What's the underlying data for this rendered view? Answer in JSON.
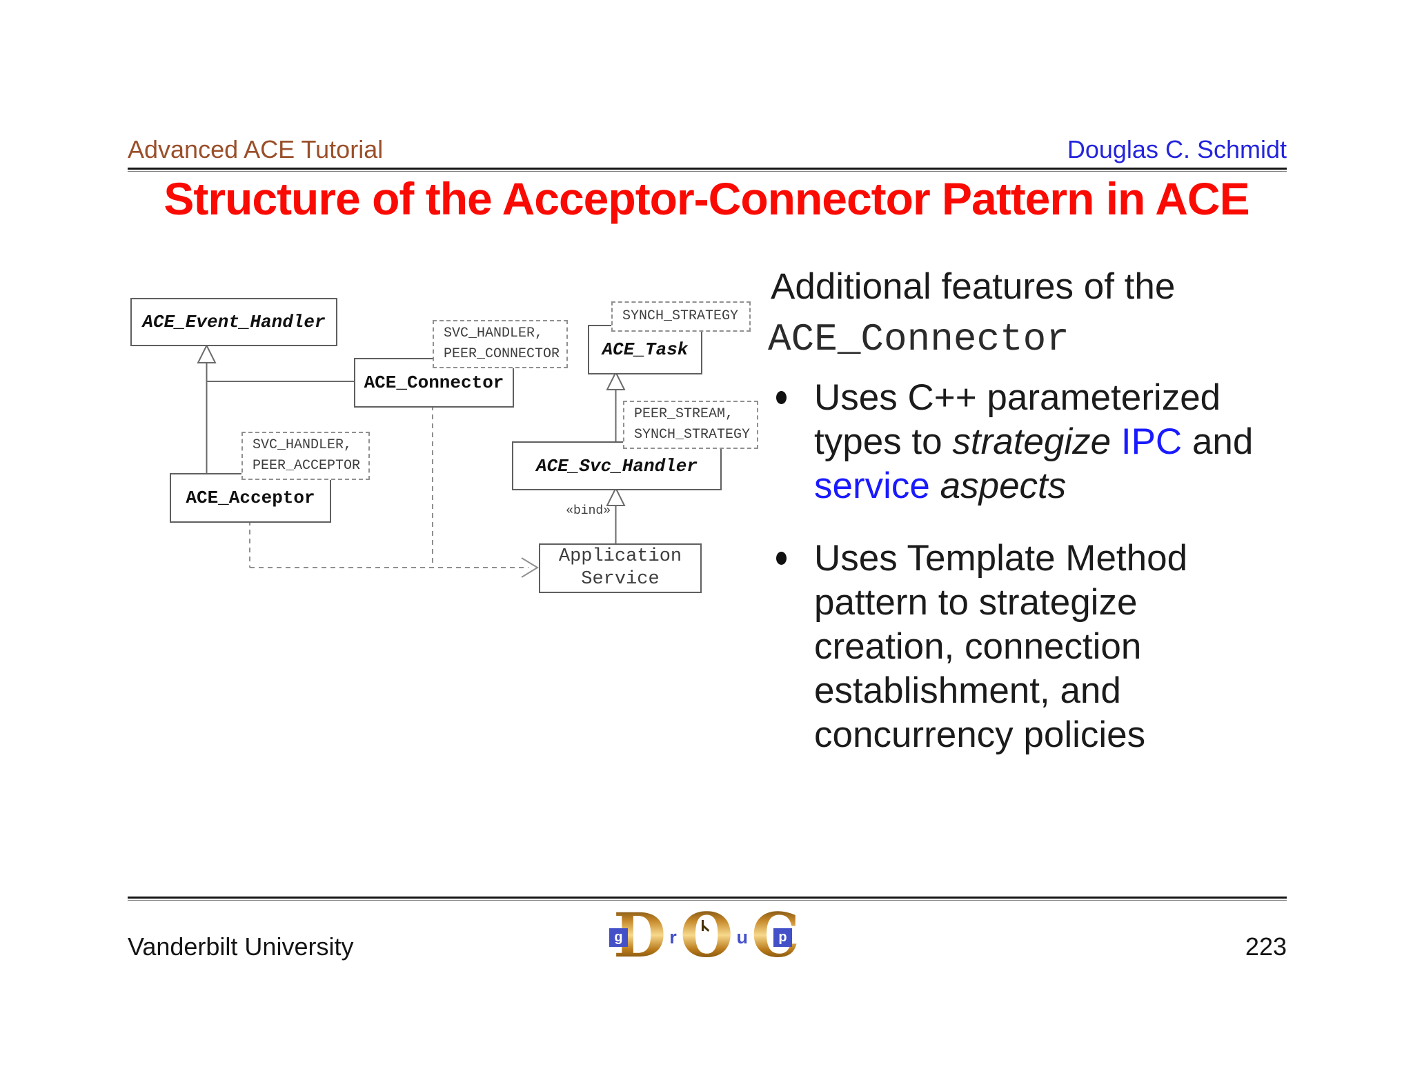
{
  "header": {
    "left": "Advanced ACE Tutorial",
    "right": "Douglas C. Schmidt"
  },
  "title": "Structure of the Acceptor-Connector Pattern in ACE",
  "diagram": {
    "classes": {
      "event_handler": "ACE_Event_Handler",
      "connector": "ACE_Connector",
      "acceptor": "ACE_Acceptor",
      "task": "ACE_Task",
      "svc_handler": "ACE_Svc_Handler"
    },
    "app_service": {
      "lines": [
        "Application",
        "Service"
      ]
    },
    "params": {
      "connector": {
        "lines": [
          "SVC_HANDLER,",
          "PEER_CONNECTOR"
        ]
      },
      "acceptor": {
        "lines": [
          "SVC_HANDLER,",
          "PEER_ACCEPTOR"
        ]
      },
      "task": {
        "lines": [
          "SYNCH_STRATEGY"
        ]
      },
      "svc_handler": {
        "lines": [
          "PEER_STREAM,",
          "SYNCH_STRATEGY"
        ]
      }
    },
    "stereotype": "«bind»"
  },
  "content": {
    "heading_line1": "Additional features of the",
    "heading_line2": "ACE_Connector",
    "bullets": [
      {
        "lines": [
          [
            {
              "text": "Uses C++ parameterized"
            }
          ],
          [
            {
              "text": "types to "
            },
            {
              "text": "strategize",
              "em": true
            },
            {
              "text": " "
            },
            {
              "text": "IPC",
              "accent": true
            },
            {
              "text": " and"
            }
          ],
          [
            {
              "text": "service",
              "accent": true
            },
            {
              "text": " "
            },
            {
              "text": "aspects",
              "em": true
            }
          ]
        ]
      },
      {
        "lines": [
          [
            {
              "text": "Uses Template Method"
            }
          ],
          [
            {
              "text": "pattern to strategize"
            }
          ],
          [
            {
              "text": "creation, connection"
            }
          ],
          [
            {
              "text": "establishment, and"
            }
          ],
          [
            {
              "text": "concurrency policies"
            }
          ]
        ]
      }
    ]
  },
  "footer": {
    "left": "Vanderbilt University",
    "page": "223",
    "logo": {
      "d": "D",
      "o": "O",
      "c": "C",
      "group": [
        "g",
        "r",
        "u",
        "p"
      ]
    }
  },
  "colors": {
    "header_brown": "#9a4f2a",
    "header_blue": "#2424dd",
    "title_red": "#f90b04",
    "accent_blue": "#1a1aff",
    "logo_gold": "#bd7e1e",
    "logo_blue": "#4350c8"
  }
}
